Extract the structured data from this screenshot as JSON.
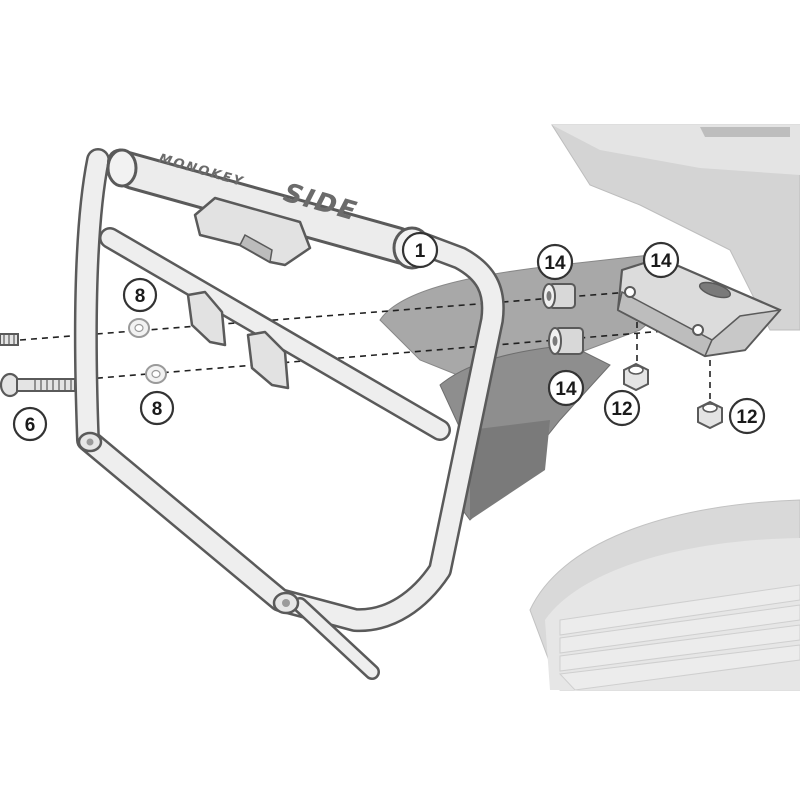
{
  "frame": {
    "brand_small": "MONOKEY",
    "brand_large": "SIDE"
  },
  "callouts": [
    {
      "id": "c1",
      "label": "1"
    },
    {
      "id": "c8a",
      "label": "8"
    },
    {
      "id": "c8b",
      "label": "8"
    },
    {
      "id": "c6",
      "label": "6"
    },
    {
      "id": "c14a",
      "label": "14"
    },
    {
      "id": "c14b",
      "label": "14"
    },
    {
      "id": "c14c",
      "label": "14"
    },
    {
      "id": "c12a",
      "label": "12"
    },
    {
      "id": "c12b",
      "label": "12"
    }
  ],
  "colors": {
    "frame_stroke": "#5a5a5a",
    "frame_fill": "#e9e9e9",
    "bike_body": "#cfcfcf",
    "bike_dark": "#9a9a9a",
    "spacer_fill": "#d8d8d8"
  }
}
